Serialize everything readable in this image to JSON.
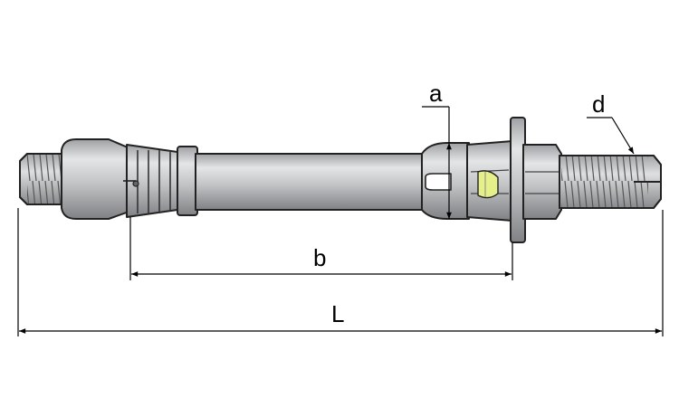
{
  "labels": {
    "a": "a",
    "b": "b",
    "d": "d",
    "L": "L"
  },
  "colors": {
    "metal": "#c6c7c9",
    "metal_shadow": "#8f9194",
    "metal_light": "#e8e9ea",
    "outline": "#222222",
    "highlight": "#e6f08a"
  }
}
